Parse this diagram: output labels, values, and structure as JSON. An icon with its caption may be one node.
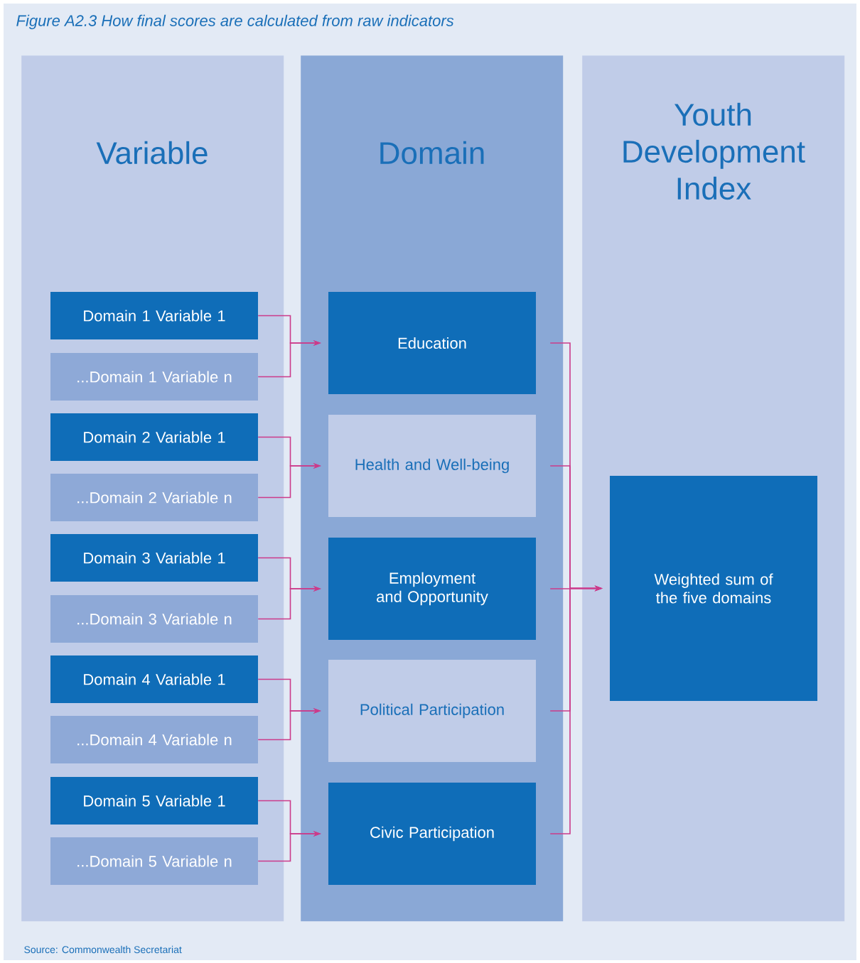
{
  "diagram": {
    "title": "Figure A2.3 How final scores are calculated from raw indicators",
    "nodes": [
      {
        "text": [
          "Variable"
        ]
      },
      {
        "text": [
          "Domain"
        ]
      },
      {
        "text": [
          "Youth Development Index"
        ]
      },
      {
        "text": [
          "Domain 1 Variable 1"
        ],
        "in": 0
      },
      {
        "text": [
          "...Domain 1 Variable n"
        ],
        "in": 0
      },
      {
        "text": [
          "Domain 2 Variable 1"
        ],
        "in": 0
      },
      {
        "text": [
          "...Domain 2 Variable n"
        ],
        "in": 0
      },
      {
        "text": [
          "Domain 3 Variable 1"
        ],
        "in": 0
      },
      {
        "text": [
          "...Domain 3 Variable n"
        ],
        "in": 0
      },
      {
        "text": [
          "Domain 4 Variable 1"
        ],
        "in": 0
      },
      {
        "text": [
          "...Domain 4 Variable n"
        ],
        "in": 0
      },
      {
        "text": [
          "Domain 5 Variable 1"
        ],
        "in": 0
      },
      {
        "text": [
          "...Domain 5 Variable n"
        ],
        "in": 0
      },
      {
        "text": [
          "Education"
        ],
        "in": 1
      },
      {
        "text": [
          "Health and Well-being"
        ],
        "in": 1
      },
      {
        "text": [
          "Employment and Opportunity"
        ],
        "in": 1
      },
      {
        "text": [
          "Political Participation"
        ],
        "in": 1
      },
      {
        "text": [
          "Civic Participation"
        ],
        "in": 1
      },
      {
        "text": [
          "Weighted sum of the five domains"
        ],
        "in": 2
      }
    ],
    "edges": [
      {
        "from": 3,
        "to": 13,
        "arrow": "to"
      },
      {
        "from": 4,
        "to": 13,
        "arrow": "to"
      },
      {
        "from": 5,
        "to": 14,
        "arrow": "to"
      },
      {
        "from": 6,
        "to": 14,
        "arrow": "to"
      },
      {
        "from": 7,
        "to": 15,
        "arrow": "to"
      },
      {
        "from": 8,
        "to": 15,
        "arrow": "to"
      },
      {
        "from": 9,
        "to": 16,
        "arrow": "to"
      },
      {
        "from": 10,
        "to": 16,
        "arrow": "to"
      },
      {
        "from": 11,
        "to": 17,
        "arrow": "to"
      },
      {
        "from": 12,
        "to": 17,
        "arrow": "to"
      },
      {
        "from": 13,
        "to": 18,
        "arrow": "to"
      },
      {
        "from": 14,
        "to": 18,
        "arrow": "to"
      },
      {
        "from": 15,
        "to": 18,
        "arrow": "to"
      },
      {
        "from": 16,
        "to": 18,
        "arrow": "to"
      },
      {
        "from": 17,
        "to": 18,
        "arrow": "to"
      }
    ],
    "labels": [
      "Source: Commonwealth Secretariat"
    ]
  }
}
